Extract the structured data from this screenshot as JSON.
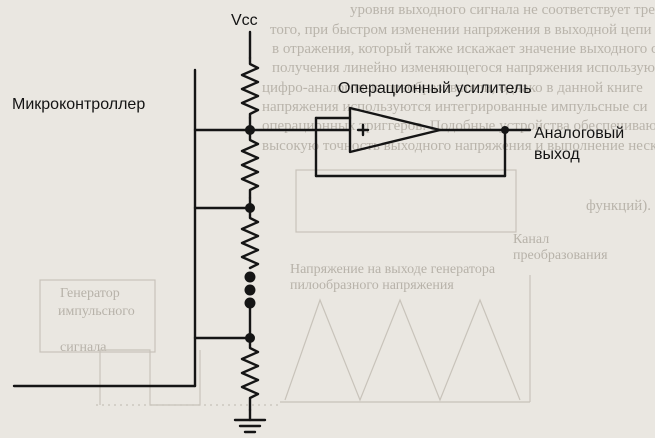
{
  "labels": {
    "vcc": "Vcc",
    "microcontroller": "Микроконтроллер",
    "opamp": "Операционный усилитель",
    "output_line1": "Аналоговый",
    "output_line2": "выход",
    "plus": "+"
  },
  "bleed_through": {
    "lines": [
      "уровня выходного сигнала не соответствует требуемому значению,",
      "того, при быстром изменении напряжения в выходной цепи могут воз",
      "в отражения, который также искажает значение выходного сигнала. Об",
      "получения линейно изменяющегося напряжения используются ана",
      "цифро-аналоговые преобразователи, однако в данной книге",
      "напряжения используются интегрированные импульсные си",
      "операционных триггеров. Подобные устройства обеспечивают о",
      "высокую точность выходного напряжения и выполнение нескольких ми",
      "функций)."
    ],
    "fragments": {
      "block_line1": "Канал",
      "block_line2": "преобразования",
      "voltage_line1": "Напряжение на выходе генератора",
      "voltage_line2": "пилообразного напряжения",
      "generator_line1": "Генератор",
      "generator_line2": "импульсного",
      "generator_line3": "сигнала"
    }
  },
  "colors": {
    "ink": "#151515",
    "ghost": "#b9b4ab",
    "paper": "#eae7e1"
  }
}
